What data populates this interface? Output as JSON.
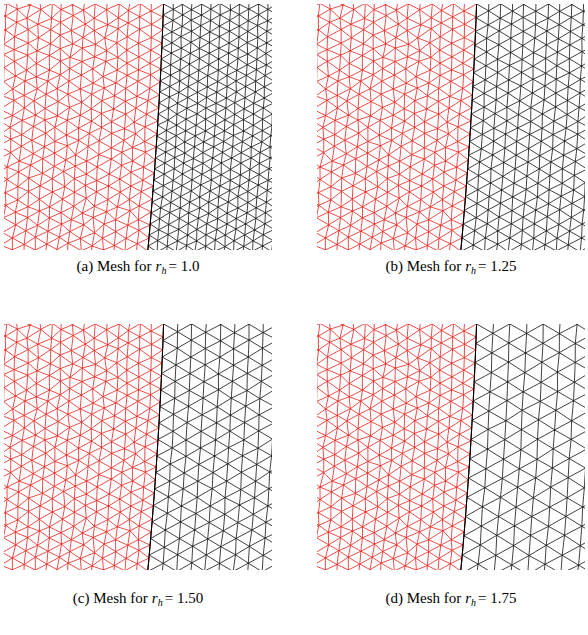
{
  "diagram": {
    "labels": [
      "(a) Mesh for",
      "r",
      "h",
      "= 1.0",
      "(b) Mesh for",
      "r",
      "h",
      "= 1.25",
      "(c) Mesh for",
      "r",
      "h",
      "= 1.50",
      "(d) Mesh for",
      "r",
      "h",
      "= 1.75"
    ]
  }
}
